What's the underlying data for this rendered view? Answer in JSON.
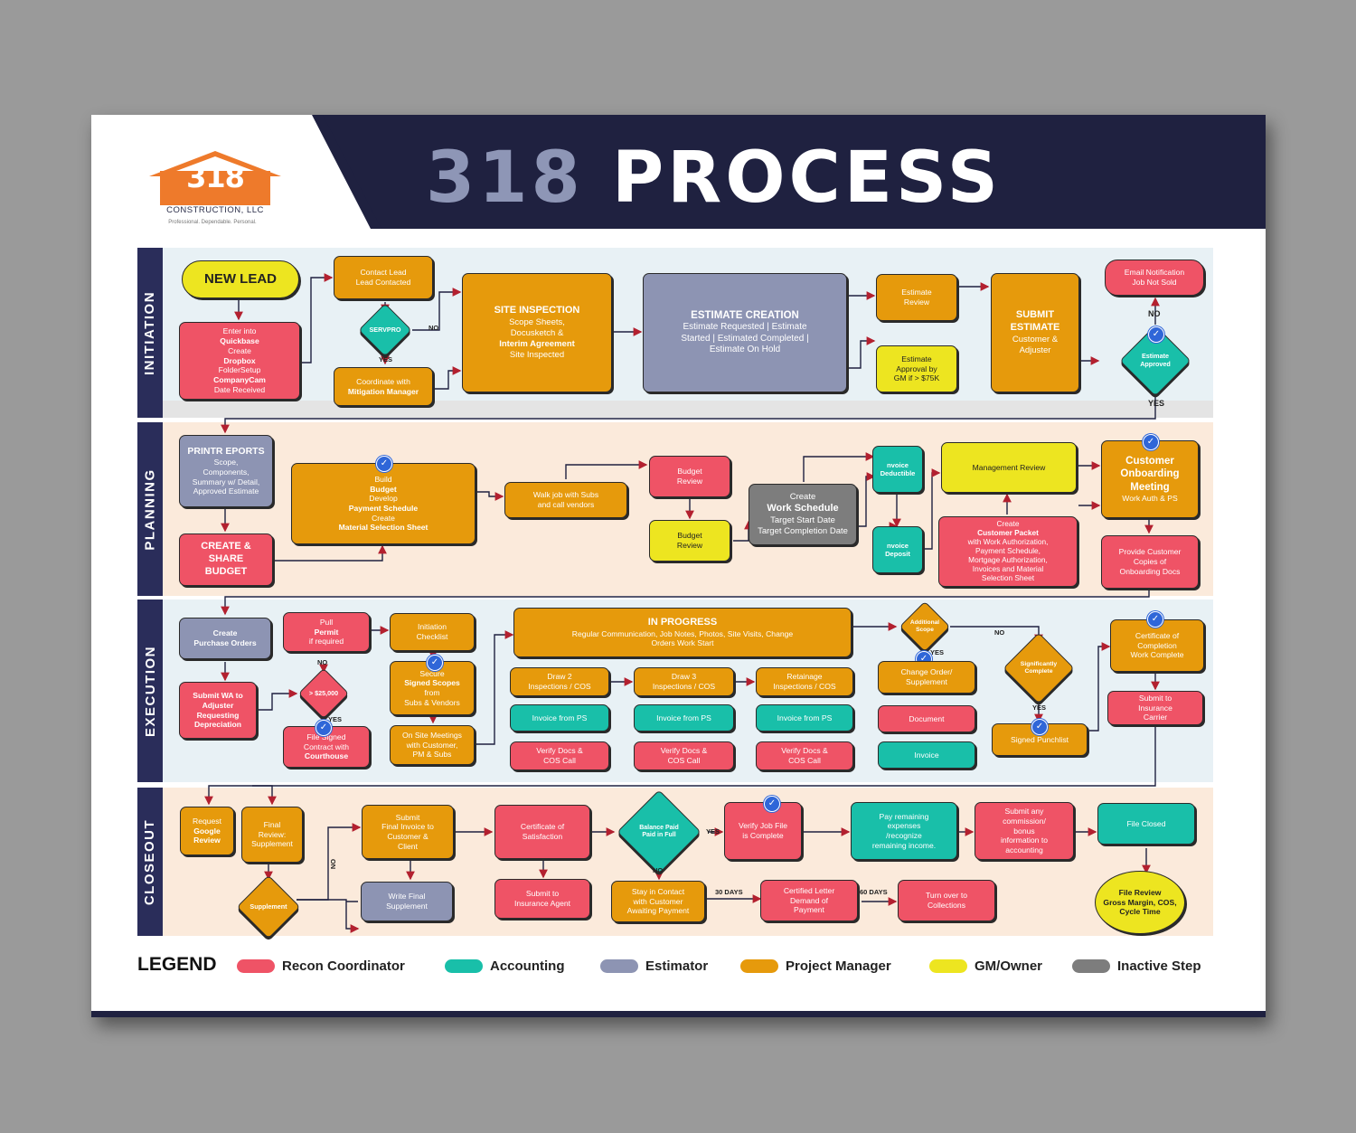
{
  "title": {
    "number": "318",
    "word": "PROCESS"
  },
  "logo": {
    "number": "318",
    "name": "CONSTRUCTION, LLC",
    "tagline": "Professional. Dependable. Personal."
  },
  "colors": {
    "recon": "#ef5366",
    "accounting": "#19bfa9",
    "estimator": "#8d94b3",
    "pm": "#e69a0c",
    "gm": "#ede520",
    "inactive": "#7d7d7d",
    "navy": "#2a2d5a",
    "band": "#1f2140"
  },
  "lanes": {
    "initiation": "INITIATION",
    "planning": "PLANNING",
    "execution": "EXECUTION",
    "closeout": "CLOSEOUT"
  },
  "init": {
    "new_lead": "NEW LEAD",
    "enter_qb": {
      "l1": "Enter into ",
      "l1b": "Quickbase",
      "l2": "Create ",
      "l2b": "Dropbox",
      "l3": "FolderSetup",
      "l4b": "CompanyCam",
      "l5": "Date Received"
    },
    "contact": {
      "l1": "Contact Lead",
      "l2": "Lead Contacted"
    },
    "servpro": "SERVPRO",
    "no": "NO",
    "yes": "YES",
    "mitigation": {
      "l1": "Coordinate with",
      "l2b": "Mitigation Manager"
    },
    "site": {
      "title": "SITE INSPECTION",
      "l1": "Scope Sheets,",
      "l2": "Docusketch &",
      "l3b": "Interim Agreement",
      "l4": "Site Inspected"
    },
    "estimate": {
      "title": "ESTIMATE CREATION",
      "l1": "Estimate Requested | Estimate",
      "l2": "Started | Estimated Completed |",
      "l3": "Estimate On Hold"
    },
    "est_review": {
      "l1": "Estimate",
      "l2": "Review"
    },
    "est_approval": {
      "l1": "Estimate",
      "l2": "Approval by",
      "l3": "GM if > $75K"
    },
    "submit": {
      "l1": "SUBMIT",
      "l2": "ESTIMATE",
      "l3": "Customer &",
      "l4": "Adjuster"
    },
    "email": {
      "l1": "Email Notification",
      "l2": "Job Not Sold"
    },
    "approved": {
      "l1": "Estimate",
      "l2": "Approved"
    },
    "no2": "NO",
    "yes2": "YES"
  },
  "plan": {
    "printr": {
      "title": "PRINTR EPORTS",
      "l1": "Scope,",
      "l2": "Components,",
      "l3": "Summary w/ Detail,",
      "l4": "Approved Estimate"
    },
    "share": {
      "l1": "CREATE &",
      "l2": "SHARE",
      "l3": "BUDGET"
    },
    "build": {
      "l1": "Build ",
      "l1b": "Budget",
      "l2": "Develop ",
      "l2b": "Payment Schedule",
      "l3": "Create ",
      "l3b": "Material Selection Sheet"
    },
    "walk": {
      "l1": "Walk job with Subs",
      "l2": "and call vendors"
    },
    "budget_review1": {
      "l1": "Budget",
      "l2": "Review"
    },
    "budget_review2": {
      "l1": "Budget",
      "l2": "Review"
    },
    "schedule": {
      "l1": "Create",
      "l2b": "Work Schedule",
      "l3": "Target Start Date",
      "l4": "Target Completion Date"
    },
    "deductible": {
      "l1": "nvoice",
      "l2": "Deductible"
    },
    "deposit": {
      "l1": "nvoice",
      "l2": "Deposit"
    },
    "mgmt": "Management Review",
    "packet": {
      "l1": "Create ",
      "l1b": "Customer Packet",
      "l2": "with Work Authorization,",
      "l3": "Payment Schedule,",
      "l4": "Mortgage Authorization,",
      "l5": "Invoices and Material",
      "l6": "Selection Sheet"
    },
    "onboard": {
      "l1": "Customer",
      "l2": "Onboarding",
      "l3": "Meeting",
      "l4": "Work Auth & PS"
    },
    "copies": {
      "l1": "Provide Customer",
      "l2": "Copies of",
      "l3": "Onboarding Docs"
    }
  },
  "exec": {
    "po": {
      "l1": "Create",
      "l2": "Purchase Orders"
    },
    "wa": {
      "l1": "Submit WA to",
      "l2": "Adjuster",
      "l3": "Requesting",
      "l4": "Depreciation"
    },
    "permit": {
      "l1": "Pull ",
      "l1b": "Permit",
      "l2": "if required"
    },
    "threshold": "> $25,000",
    "no": "NO",
    "yes": "YES",
    "contract": {
      "l1": "File Signed",
      "l2": "Contract with",
      "l3b": "Courthouse"
    },
    "checklist": {
      "l1": "Initiation",
      "l2": "Checklist"
    },
    "scopes": {
      "l1": "Secure",
      "l2b": "Signed Scopes",
      "l3": "from",
      "l4": "Subs & Vendors"
    },
    "meetings": {
      "l1": "On Site Meetings",
      "l2": "with Customer,",
      "l3": "PM & Subs"
    },
    "progress": {
      "title": "IN PROGRESS",
      "l1": "Regular Communication, Job Notes, Photos, Site Visits, Change",
      "l2": "Orders Work Start"
    },
    "draw2": {
      "l1": "Draw 2",
      "l2": "Inspections / COS"
    },
    "draw3": {
      "l1": "Draw 3",
      "l2": "Inspections / COS"
    },
    "retain": {
      "l1": "Retainage",
      "l2": "Inspections / COS"
    },
    "inv_ps1": "Invoice from PS",
    "inv_ps2": "Invoice from PS",
    "inv_ps3": "Invoice from PS",
    "verify1": {
      "l1": "Verify Docs &",
      "l2": "COS Call"
    },
    "verify2": {
      "l1": "Verify Docs &",
      "l2": "COS Call"
    },
    "verify3": {
      "l1": "Verify Docs &",
      "l2": "COS Call"
    },
    "addl": {
      "l1": "Additional",
      "l2": "Scope"
    },
    "no2": "NO",
    "yes2": "YES",
    "change": {
      "l1": "Change Order/",
      "l2": "Supplement"
    },
    "document": "Document",
    "invoice": "Invoice",
    "sig": {
      "l1": "Significantly",
      "l2": "Complete"
    },
    "yes3": "YES",
    "punch": "Signed Punchlist",
    "cert": {
      "l1": "Certificate of",
      "l2": "Completion",
      "l3": "Work Complete"
    },
    "submit_ins": {
      "l1": "Submit to",
      "l2": "Insurance",
      "l3": "Carrier"
    }
  },
  "close": {
    "google": {
      "l1": "Request",
      "l2b": "Google",
      "l3b": "Review"
    },
    "final_review": {
      "l1": "Final",
      "l2": "Review:",
      "l3": "Supplement"
    },
    "supplement": "Supplement",
    "no": "NO",
    "final_inv": {
      "l1": "Submit",
      "l2": "Final Invoice to",
      "l3": "Customer &",
      "l4": "Client"
    },
    "write_supp": {
      "l1": "Write Final",
      "l2": "Supplement"
    },
    "cos": {
      "l1": "Certificate of",
      "l2": "Satisfaction"
    },
    "agent": {
      "l1": "Submit to",
      "l2": "Insurance Agent"
    },
    "balance": {
      "l1": "Balance Paid",
      "l2": "Paid in Full"
    },
    "yes": "YES",
    "no2": "NO",
    "stay": {
      "l1": "Stay in Contact",
      "l2": "with Customer",
      "l3": "Awaiting Payment"
    },
    "days30": "30 DAYS",
    "letter": {
      "l1": "Certified Letter",
      "l2": "Demand of",
      "l3": "Payment"
    },
    "days60": "60 DAYS",
    "collections": {
      "l1": "Turn over to",
      "l2": "Collections"
    },
    "verify_file": {
      "l1": "Verify Job File",
      "l2": "is Complete"
    },
    "pay": {
      "l1": "Pay remaining",
      "l2": "expenses",
      "l3": "/recognize",
      "l4": "remaining income."
    },
    "commission": {
      "l1": "Submit any",
      "l2": "commission/",
      "l3": "bonus",
      "l4": "information to",
      "l5": "accounting"
    },
    "closed": "File Closed",
    "file_review": {
      "l1": "File Review",
      "l2": "Gross Margin, COS,",
      "l3": "Cycle Time"
    }
  },
  "legend": {
    "title": "LEGEND",
    "items": [
      {
        "label": "Recon Coordinator",
        "color": "#ef5366"
      },
      {
        "label": "Accounting",
        "color": "#19bfa9"
      },
      {
        "label": "Estimator",
        "color": "#8d94b3"
      },
      {
        "label": "Project Manager",
        "color": "#e69a0c"
      },
      {
        "label": "GM/Owner",
        "color": "#ede520"
      },
      {
        "label": "Inactive Step",
        "color": "#7d7d7d"
      }
    ]
  }
}
